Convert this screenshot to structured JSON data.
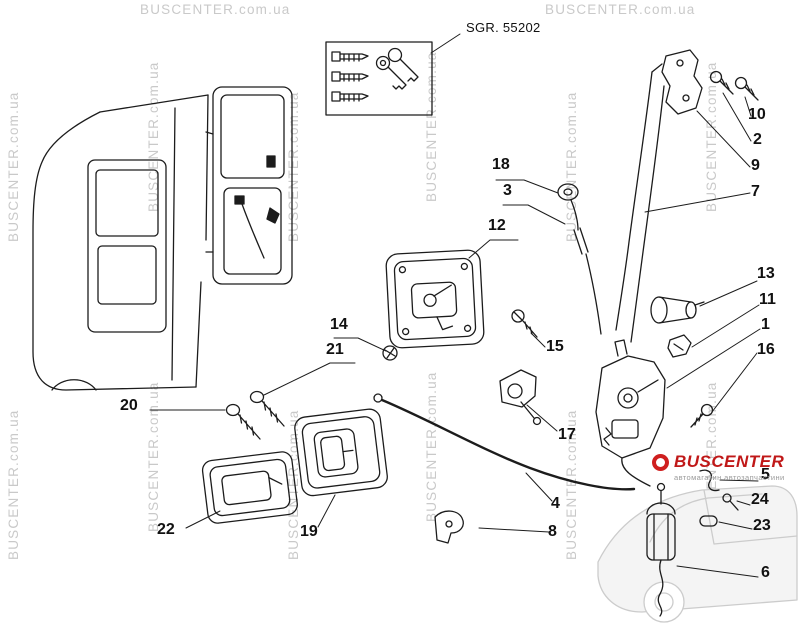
{
  "reference": {
    "label": "SGR. 55202"
  },
  "watermark": {
    "text": "BUSCENTER.com.ua"
  },
  "logo": {
    "text": "BUSCENTER",
    "subtitle": "автомагазин автозапчастини"
  },
  "part_labels": [
    "1",
    "2",
    "3",
    "4",
    "5",
    "6",
    "7",
    "8",
    "9",
    "10",
    "11",
    "12",
    "13",
    "14",
    "15",
    "16",
    "17",
    "18",
    "19",
    "20",
    "21",
    "22",
    "23",
    "24"
  ],
  "colors": {
    "line": "#1c1c1c",
    "watermark": "#c7c7c7",
    "brand_red": "#c01818"
  }
}
